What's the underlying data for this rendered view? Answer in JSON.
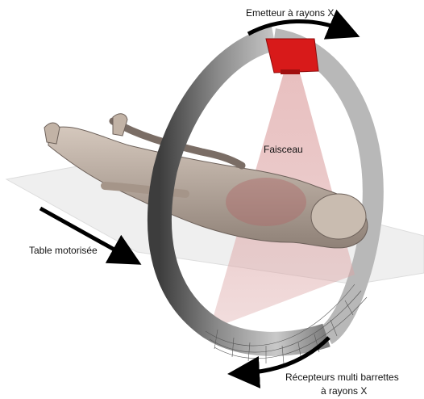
{
  "labels": {
    "emitter": "Emetteur à rayons X",
    "beam": "Faisceau",
    "table": "Table motorisée",
    "receivers_line1": "Récepteurs multi barrettes",
    "receivers_line2": "à rayons X"
  },
  "colors": {
    "ring_dark": "#4a4a4a",
    "ring_light": "#bdbdbd",
    "emitter_red": "#d81a1a",
    "beam_red": "#d9a0a0",
    "table_gray": "#eeeeee",
    "skin": "#b7a79a",
    "arrow": "#000000"
  }
}
